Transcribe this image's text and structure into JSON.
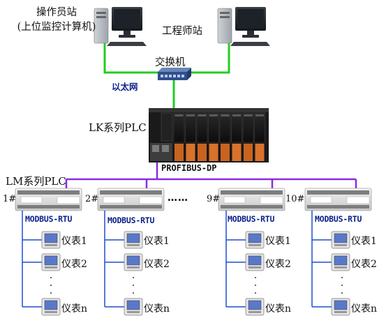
{
  "nodes": {
    "operator": {
      "line1": "操作员站",
      "line2": "(上位监控计算机)"
    },
    "engineer": "工程师站",
    "switch": "交换机",
    "ethernet": "以太网",
    "lk_plc": "LK系列PLC",
    "profibus": "PROFIBUS-DP",
    "lm_plc": "LM系列PLC",
    "ellipsis": "……"
  },
  "stations": [
    {
      "num": "1#",
      "bus": "MODBUS-RTU"
    },
    {
      "num": "2#",
      "bus": "MODBUS-RTU"
    },
    {
      "num": "9#",
      "bus": "MODBUS-RTU"
    },
    {
      "num": "10#",
      "bus": "MODBUS-RTU"
    }
  ],
  "meters": {
    "m1": "仪表1",
    "m2": "仪表2",
    "mn": "仪表n"
  },
  "colors": {
    "ethernet_line": "#22cc22",
    "profibus_line": "#8a2be2",
    "rs485_line": "#1f4fd0",
    "label_text": "#0b1f8a"
  }
}
